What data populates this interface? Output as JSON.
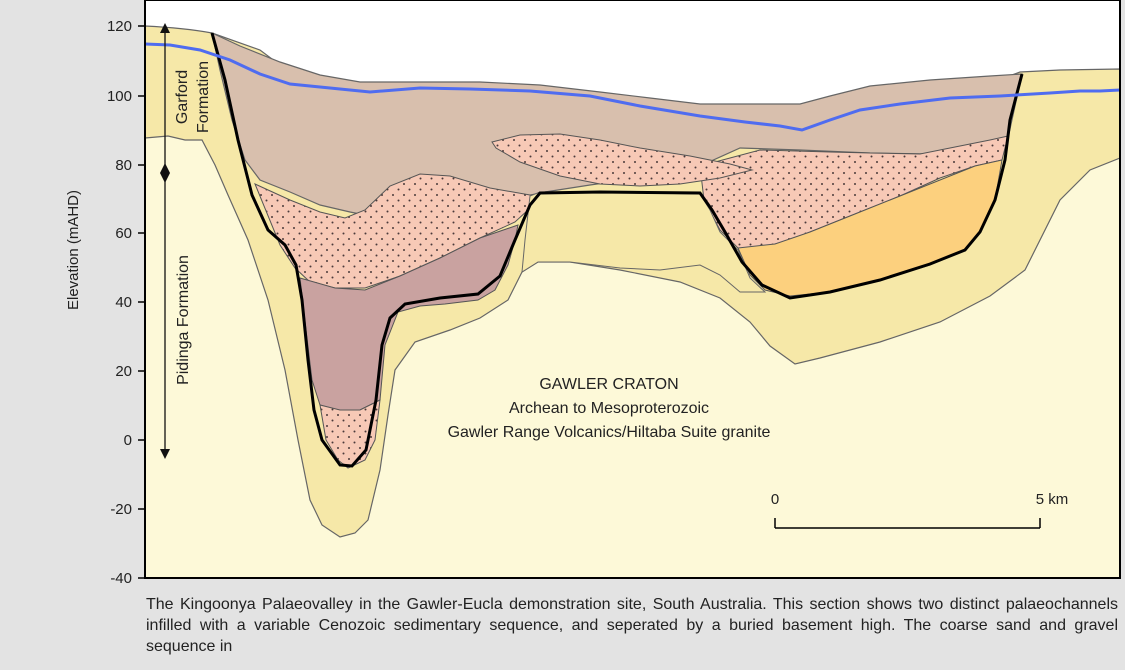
{
  "colors": {
    "page_background": "#e3e3e3",
    "plot_background": "#ffffff",
    "outer_weathered_zone": "#f6e8a8",
    "craton_basement": "#fdf9d8",
    "garford_formation": "#d8bfad",
    "sand_units_dotted": "#f7c9b6",
    "clay_unit": "#c9a2a0",
    "lens_unit": "#fcd07e",
    "buried_high": "#f6e8a8",
    "water_table_line": "#4f6cf0",
    "palaeochannel_boundary": "#000000"
  },
  "y_axis": {
    "title": "Elevation (mAHD)",
    "ticks": [
      "120",
      "100",
      "80",
      "60",
      "40",
      "20",
      "0",
      "-20",
      "-40"
    ]
  },
  "formations": {
    "garford_line1": "Garford",
    "garford_line2": "Formation",
    "pidinga": "Pidinga Formation"
  },
  "basement": {
    "line1": "GAWLER CRATON",
    "line2": "Archean to Mesoproterozoic",
    "line3": "Gawler Range Volcanics/Hiltaba Suite granite"
  },
  "scale_bar": {
    "start_label": "0",
    "end_label": "5 km"
  },
  "caption": "The Kingoonya Palaeovalley in the Gawler-Eucla demonstration site, South Australia. This section shows two distinct palaeochannels infilled with a variable Cenozoic sedimentary sequence, and seperated by a buried basement high. The coarse sand and gravel sequence in"
}
